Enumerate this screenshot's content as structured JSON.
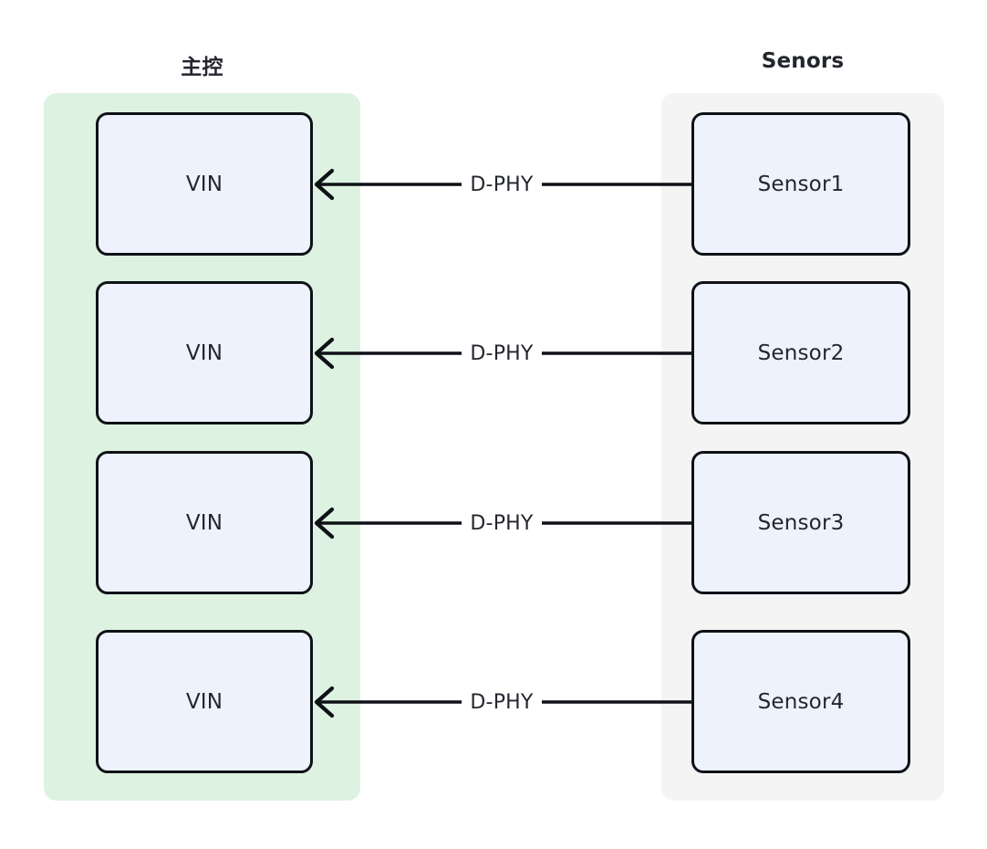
{
  "diagram": {
    "type": "block-diagram",
    "background_color": "#ffffff",
    "groups": [
      {
        "id": "host",
        "title": "主控",
        "fill_color": "#ddf2e1",
        "nodes": [
          {
            "label": "VIN"
          },
          {
            "label": "VIN"
          },
          {
            "label": "VIN"
          },
          {
            "label": "VIN"
          }
        ]
      },
      {
        "id": "sensors",
        "title": "Senors",
        "fill_color": "#f4f4f4",
        "nodes": [
          {
            "label": "Sensor1"
          },
          {
            "label": "Sensor2"
          },
          {
            "label": "Sensor3"
          },
          {
            "label": "Sensor4"
          }
        ]
      }
    ],
    "node_style": {
      "fill_color": "#eef2fc",
      "border_color": "#0e1116",
      "text_color": "#24262f"
    },
    "edges": [
      {
        "label": "D-PHY",
        "from": "Sensor1",
        "to": "VIN",
        "direction": "left"
      },
      {
        "label": "D-PHY",
        "from": "Sensor2",
        "to": "VIN",
        "direction": "left"
      },
      {
        "label": "D-PHY",
        "from": "Sensor3",
        "to": "VIN",
        "direction": "left"
      },
      {
        "label": "D-PHY",
        "from": "Sensor4",
        "to": "VIN",
        "direction": "left"
      }
    ],
    "edge_style": {
      "line_color": "#0e1116",
      "label_color": "#24262f",
      "arrowhead": "open-chevron"
    }
  }
}
